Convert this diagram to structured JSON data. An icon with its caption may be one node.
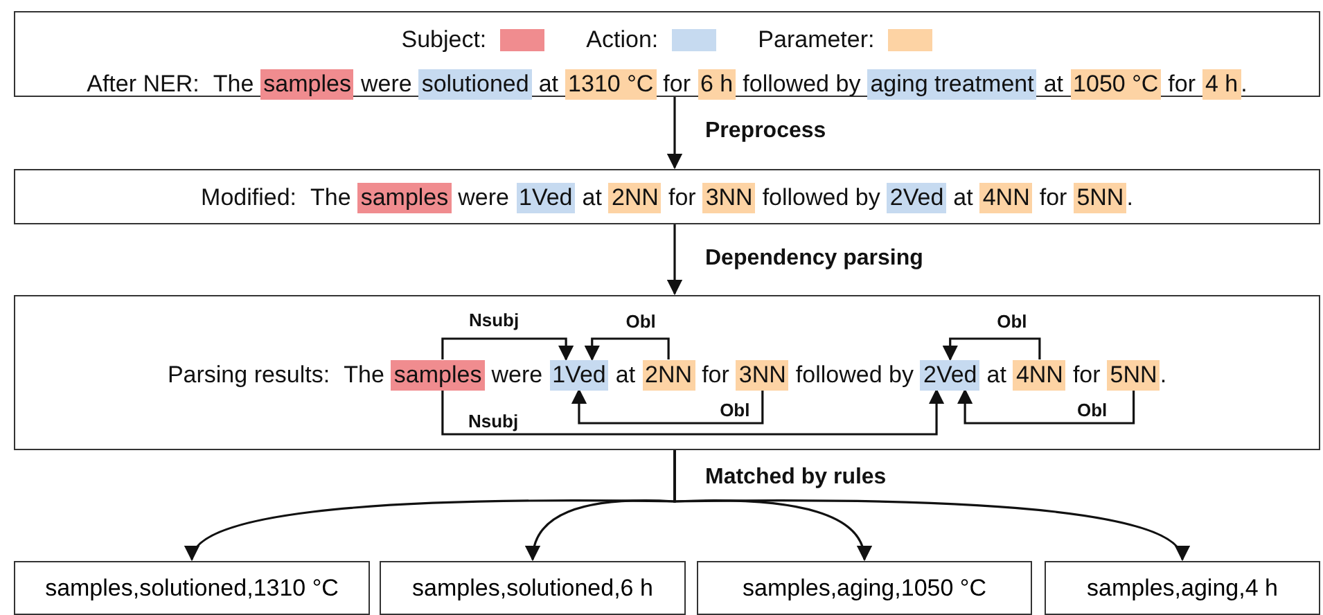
{
  "diagram": {
    "nodes": [
      {
        "text": [
          "After NER:",
          "The",
          "were",
          "at",
          "for",
          "followed by",
          "at",
          "for",
          "."
        ]
      },
      {
        "text": [
          "samples"
        ],
        "in": 0
      },
      {
        "text": [
          "solutioned"
        ],
        "in": 0
      },
      {
        "text": [
          "1310 °C"
        ],
        "in": 0
      },
      {
        "text": [
          "6 h"
        ],
        "in": 0
      },
      {
        "text": [
          "aging treatment"
        ],
        "in": 0
      },
      {
        "text": [
          "1050 °C"
        ],
        "in": 0
      },
      {
        "text": [
          "4 h"
        ],
        "in": 0
      },
      {
        "text": [
          "Modified:",
          "The",
          "were",
          "at",
          "for",
          "followed by",
          "at",
          "for",
          "."
        ]
      },
      {
        "text": [
          "samples"
        ],
        "in": 8
      },
      {
        "text": [
          "1Ved"
        ],
        "in": 8
      },
      {
        "text": [
          "2NN"
        ],
        "in": 8
      },
      {
        "text": [
          "3NN"
        ],
        "in": 8
      },
      {
        "text": [
          "2Ved"
        ],
        "in": 8
      },
      {
        "text": [
          "4NN"
        ],
        "in": 8
      },
      {
        "text": [
          "5NN"
        ],
        "in": 8
      },
      {
        "text": [
          "Parsing results:",
          "The",
          "were",
          "at",
          "for",
          "followed by",
          "at",
          "for",
          "."
        ]
      },
      {
        "text": [
          "samples"
        ],
        "in": 16
      },
      {
        "text": [
          "1Ved"
        ],
        "in": 16
      },
      {
        "text": [
          "2NN"
        ],
        "in": 16
      },
      {
        "text": [
          "3NN"
        ],
        "in": 16
      },
      {
        "text": [
          "2Ved"
        ],
        "in": 16
      },
      {
        "text": [
          "4NN"
        ],
        "in": 16
      },
      {
        "text": [
          "5NN"
        ],
        "in": 16
      },
      {
        "text": [
          "samples,solutioned,1310 °C"
        ]
      },
      {
        "text": [
          "samples,solutioned,6 h"
        ]
      },
      {
        "text": [
          "samples,aging,1050 °C"
        ]
      },
      {
        "text": [
          "samples,aging,4 h"
        ]
      }
    ],
    "edges": [
      {
        "from": 0,
        "to": 8,
        "arrow": "to",
        "label": "Preprocess"
      },
      {
        "from": 8,
        "to": 16,
        "arrow": "to",
        "label": "Dependency parsing"
      },
      {
        "from": 16,
        "to": 24,
        "arrow": "to",
        "label": "Matched by rules"
      },
      {
        "from": 16,
        "to": 25,
        "arrow": "to"
      },
      {
        "from": 16,
        "to": 26,
        "arrow": "to"
      },
      {
        "from": 16,
        "to": 27,
        "arrow": "to"
      },
      {
        "from": 17,
        "to": 18,
        "arrow": "to",
        "label": "Nsubj"
      },
      {
        "from": 19,
        "to": 18,
        "arrow": "to",
        "label": "Obl"
      },
      {
        "from": 20,
        "to": 18,
        "arrow": "to",
        "label": "Obl"
      },
      {
        "from": 17,
        "to": 21,
        "arrow": "to",
        "label": "Nsubj"
      },
      {
        "from": 22,
        "to": 21,
        "arrow": "to",
        "label": "Obl"
      },
      {
        "from": 23,
        "to": 21,
        "arrow": "to",
        "label": "Obl"
      }
    ],
    "legend": [
      {
        "text": "Subject:",
        "color": "#f08c8f"
      },
      {
        "text": "Action:",
        "color": "#c6daf0"
      },
      {
        "text": "Parameter:",
        "color": "#fdd3a4"
      }
    ]
  }
}
